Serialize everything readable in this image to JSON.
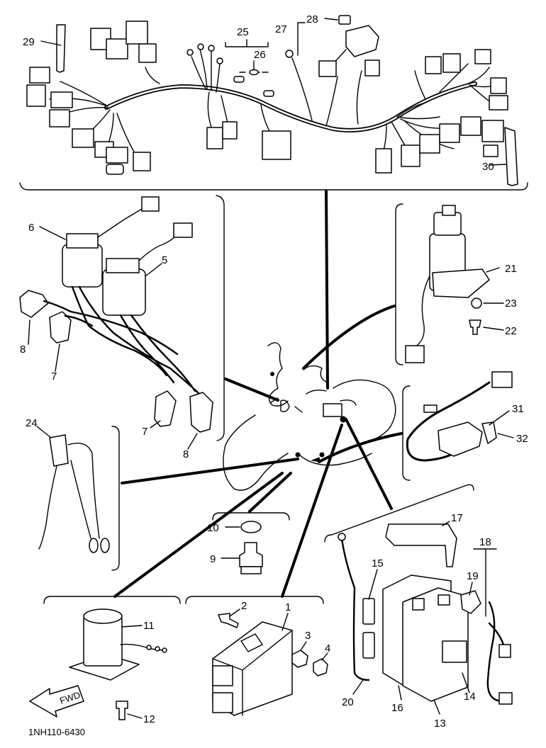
{
  "diagram_code": "1NH110-6430",
  "fwd_label": "FWD",
  "callouts": {
    "c1": "1",
    "c2": "2",
    "c3": "3",
    "c4": "4",
    "c5": "5",
    "c6": "6",
    "c7a": "7",
    "c7b": "7",
    "c8a": "8",
    "c8b": "8",
    "c9": "9",
    "c10": "10",
    "c11": "11",
    "c12": "12",
    "c13": "13",
    "c14": "14",
    "c15": "15",
    "c16": "16",
    "c17": "17",
    "c18": "18",
    "c19": "19",
    "c20": "20",
    "c21": "21",
    "c22": "22",
    "c23": "23",
    "c24": "24",
    "c25": "25",
    "c26": "26",
    "c27": "27",
    "c28": "28",
    "c29": "29",
    "c30": "30",
    "c31": "31",
    "c32": "32"
  }
}
